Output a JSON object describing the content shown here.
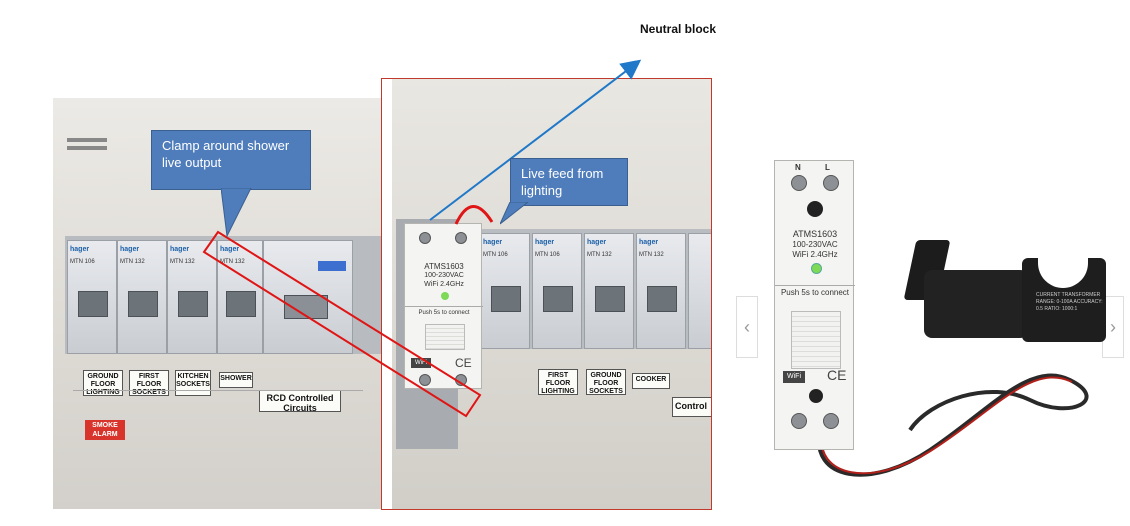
{
  "heading": {
    "text": "Neutral block"
  },
  "callouts": {
    "shower": "Clamp around shower live output",
    "live_feed": "Live feed from lighting"
  },
  "left_photo": {
    "brand": "hager",
    "breakers": [
      "MTN 106",
      "MTN 132",
      "MTN 132",
      "MTN 132"
    ],
    "labels": [
      "GROUND FLOOR LIGHTING",
      "FIRST FLOOR SOCKETS",
      "KITCHEN SOCKETS",
      "SHOWER"
    ],
    "rcd_label": "RCD Controlled Circuits",
    "alarm_label": "SMOKE ALARM"
  },
  "middle_photo": {
    "brand": "hager",
    "breakers": [
      "MTN 106",
      "MTN 106",
      "MTN 132",
      "MTN 132"
    ],
    "labels": [
      "FIRST FLOOR LIGHTING",
      "GROUND FLOOR SOCKETS",
      "COOKER"
    ],
    "control_label": "Control",
    "device_model": "ATMS1603",
    "device_voltage": "100-230VAC",
    "device_wifi": "WiFi 2.4GHz",
    "device_push": "Push 5s to connect"
  },
  "product": {
    "model": "ATMS1603",
    "voltage": "100-230VAC",
    "wifi": "WiFi 2.4GHz",
    "push": "Push 5s to connect",
    "terminal_n": "N",
    "terminal_l": "L",
    "ct_text": "CURRENT TRANSFORMER RANGE: 0-100A ACCURACY: 0.5 RATIO: 1000:1"
  },
  "colors": {
    "callout": "#4f7dbb",
    "arrow": "#1f78c8",
    "highlight": "#e01515"
  },
  "icons": {
    "prev": "chevron-left-icon",
    "next": "chevron-right-icon"
  }
}
